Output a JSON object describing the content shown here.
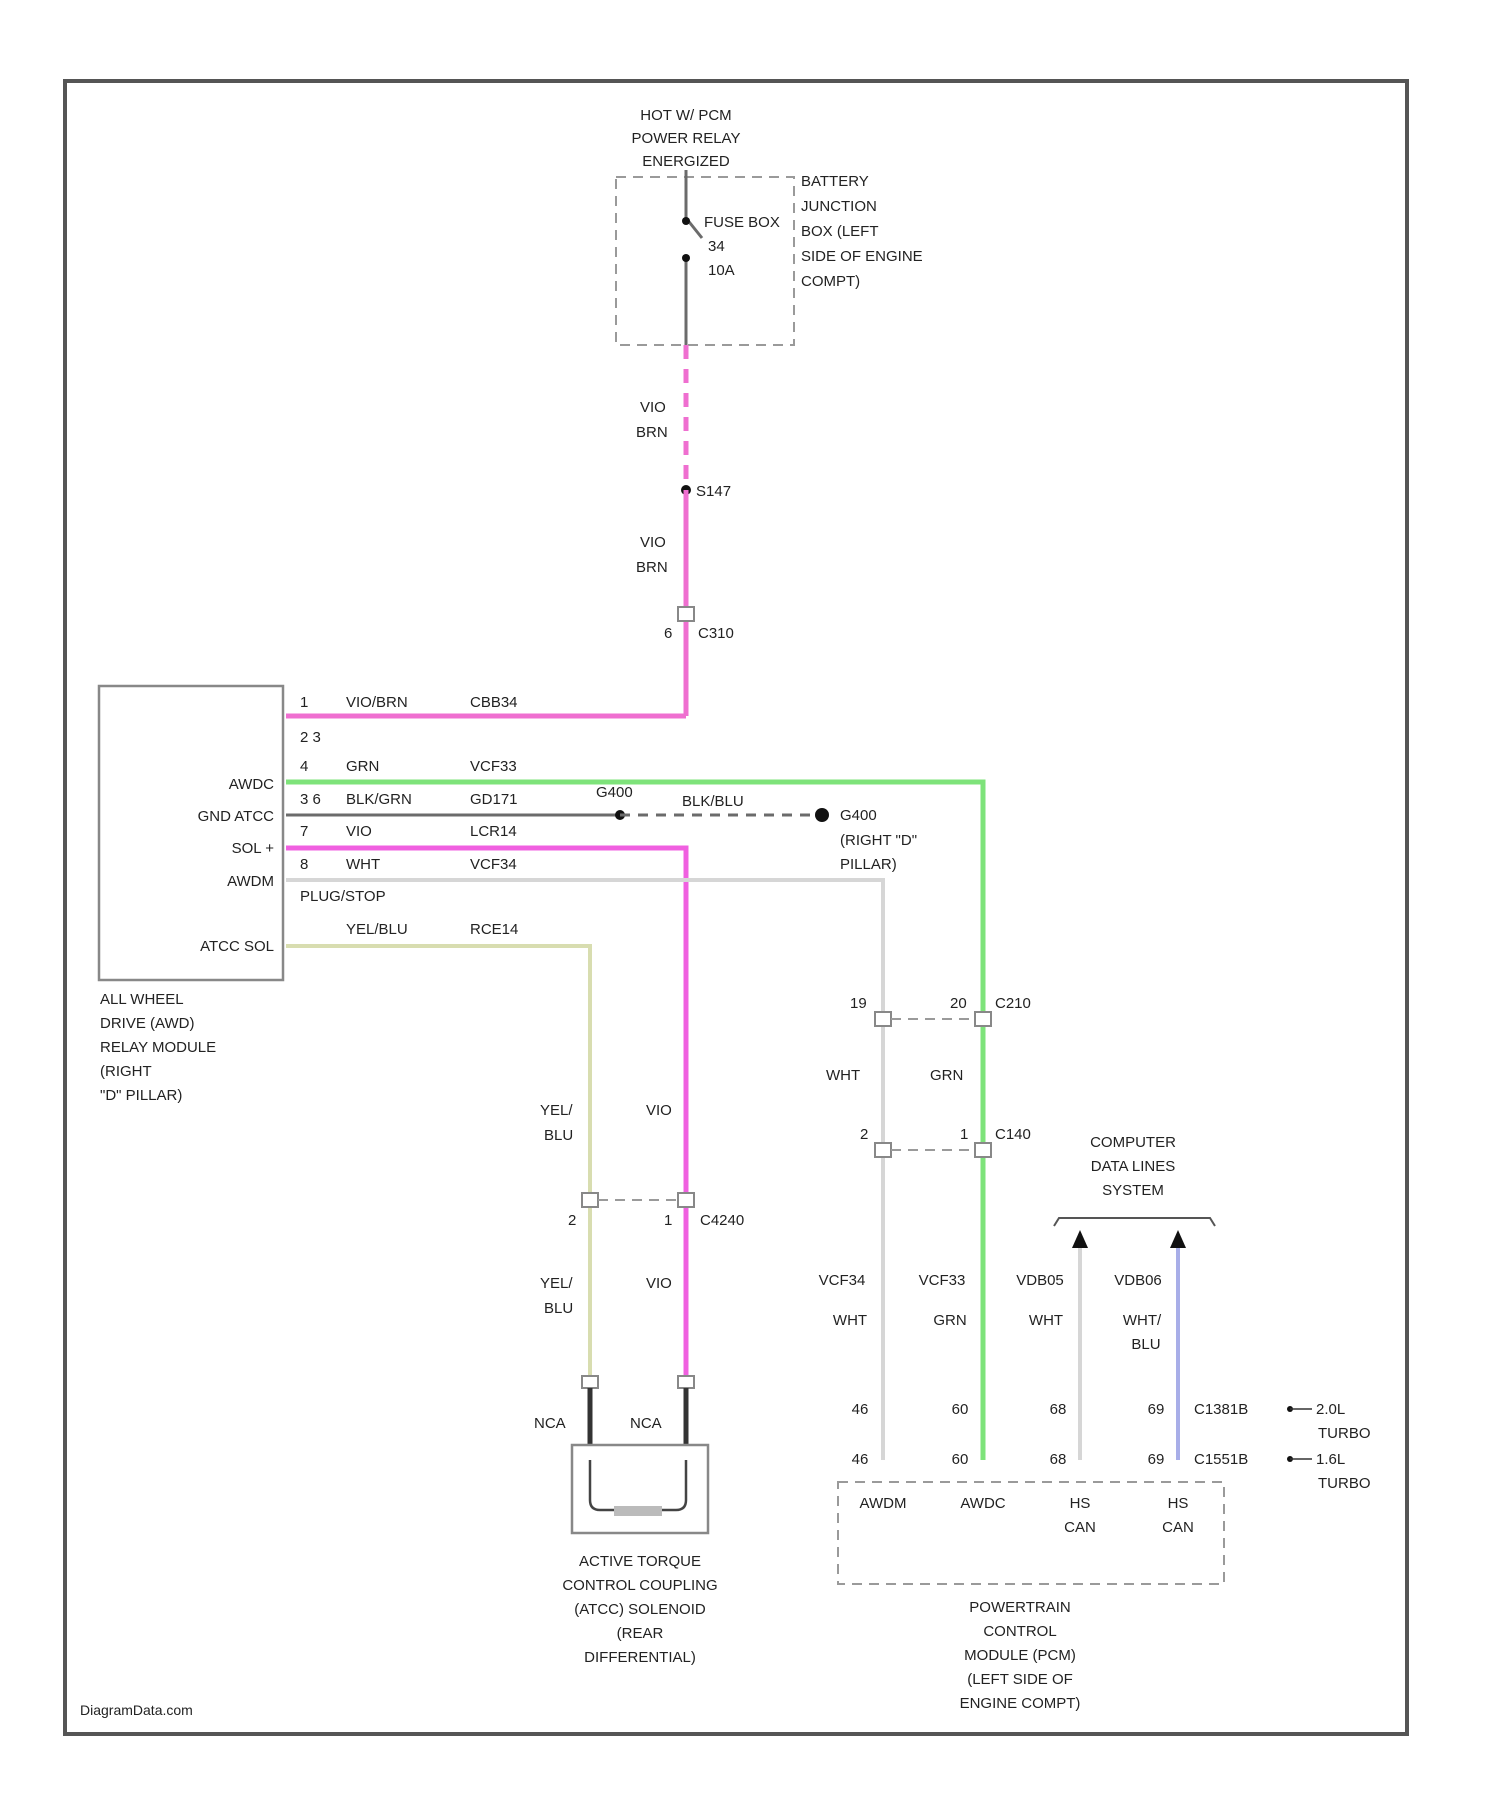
{
  "watermark": "DiagramData.com",
  "top_supply": {
    "label_lines": [
      "HOT W/ PCM",
      "POWER RELAY",
      "ENERGIZED"
    ],
    "bjb_lines": [
      "BATTERY",
      "JUNCTION",
      "BOX (LEFT",
      "SIDE OF ENGINE",
      "COMPT)"
    ],
    "fuse_lines": [
      "FUSE BOX",
      "34",
      "10A"
    ]
  },
  "wire_labels": {
    "vio1": "VIO",
    "brn1": "BRN",
    "splice": "S147",
    "vio2": "VIO",
    "brn2": "BRN",
    "c310_pin": "6",
    "c310": "C310"
  },
  "awd_module": {
    "label_lines": [
      "ALL WHEEL",
      "DRIVE (AWD)",
      "RELAY MODULE",
      "(RIGHT",
      "\"D\" PILLAR)"
    ],
    "pin_labels": [
      "AWDC",
      "GND ATCC",
      "SOL +",
      "AWDM",
      "ATCC SOL"
    ],
    "pins": [
      {
        "num": "1",
        "color": "VIO/BRN",
        "circuit": "CBB34"
      },
      {
        "num": "2 3",
        "color": "",
        "circuit": ""
      },
      {
        "num": "4",
        "color": "GRN",
        "circuit": "VCF33"
      },
      {
        "num": "3 6",
        "color": "BLK/GRN",
        "circuit": "GD171"
      },
      {
        "num": "7",
        "color": "VIO",
        "circuit": "LCR14"
      },
      {
        "num": "8",
        "color": "WHT",
        "circuit": "VCF34"
      },
      {
        "num": "",
        "color": "PLUG/STOP",
        "circuit": ""
      },
      {
        "num": "",
        "color": "YEL/BLU",
        "circuit": "RCE14"
      }
    ]
  },
  "ground": {
    "splice": "G400",
    "wire": "BLK/BLU",
    "name": "G400",
    "loc_lines": [
      "(RIGHT \"D\"",
      "PILLAR)"
    ]
  },
  "c210": {
    "name": "C210",
    "pin_a": "19",
    "pin_b": "20",
    "wire_a": "WHT",
    "wire_b": "GRN"
  },
  "c140": {
    "name": "C140",
    "pin_a": "2",
    "pin_b": "1"
  },
  "c4240": {
    "name": "C4240",
    "pin_a": "2",
    "pin_b": "1"
  },
  "left_branch": {
    "upper": [
      "YEL/",
      "BLU"
    ],
    "upper_b": "VIO",
    "lower": [
      "YEL/",
      "BLU"
    ],
    "lower_b": "VIO",
    "nca_a": "NCA",
    "nca_b": "NCA"
  },
  "atcc": {
    "label_lines": [
      "ACTIVE TORQUE",
      "CONTROL COUPLING",
      "(ATCC) SOLENOID",
      "(REAR",
      "DIFFERENTIAL)"
    ]
  },
  "cdl": {
    "label_lines": [
      "COMPUTER",
      "DATA LINES",
      "SYSTEM"
    ]
  },
  "pcm_wires": {
    "circuits": [
      "VCF34",
      "VCF33",
      "VDB05",
      "VDB06"
    ],
    "colors": [
      "WHT",
      "GRN",
      "WHT",
      "WHT/"
    ],
    "color2": "BLU",
    "pins_row1": [
      "46",
      "60",
      "68",
      "69"
    ],
    "pins_row2": [
      "46",
      "60",
      "68",
      "69"
    ],
    "conn1": "C1381B",
    "var1": [
      "2.0L",
      "TURBO"
    ],
    "conn2": "C1551B",
    "var2": [
      "1.6L",
      "TURBO"
    ]
  },
  "pcm": {
    "pins": [
      "AWDM",
      "AWDC",
      "HS",
      "HS"
    ],
    "pins2": [
      "",
      "",
      "CAN",
      "CAN"
    ],
    "label_lines": [
      "POWERTRAIN",
      "CONTROL",
      "MODULE (PCM)",
      "(LEFT SIDE OF",
      "ENGINE COMPT)"
    ]
  }
}
